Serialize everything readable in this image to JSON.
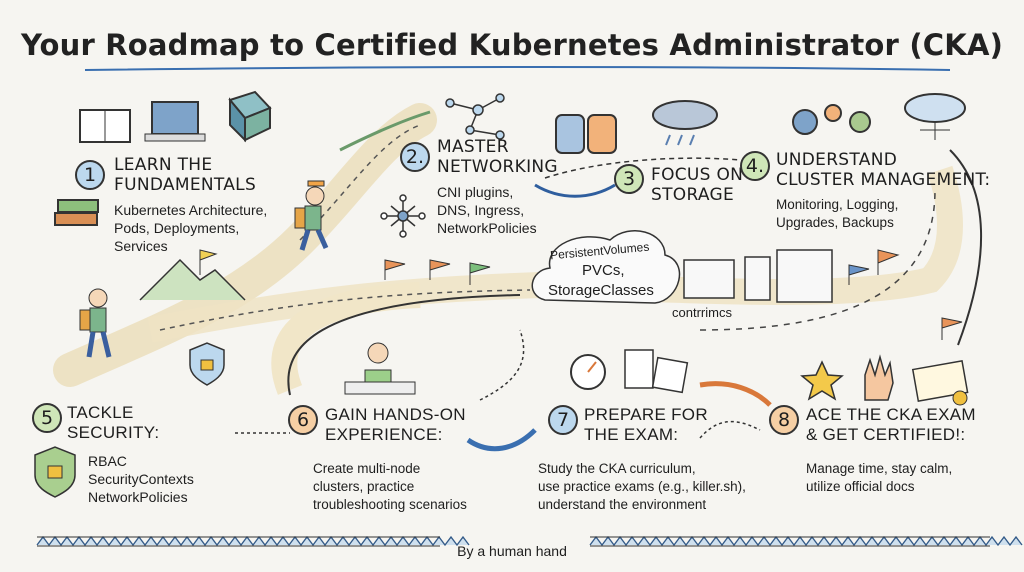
{
  "title": "Your Roadmap to Certified Kubernetes Administrator (CKA)",
  "steps": [
    {
      "num": "1",
      "title_l1": "LEARN THE",
      "title_l2": "FUNDAMENTALS",
      "body": [
        "Kubernetes Architecture,",
        "Pods, Deployments,",
        "Services"
      ],
      "color": "#bcd8ee"
    },
    {
      "num": "2.",
      "title_l1": "MASTER",
      "title_l2": "NETWORKING",
      "body": [
        "CNI plugins,",
        "DNS, Ingress,",
        "NetworkPolicies"
      ],
      "color": "#bcd8ee"
    },
    {
      "num": "3",
      "title_l1": "FOCUS ON",
      "title_l2": "STORAGE",
      "body": [],
      "color": "#cfe6b8"
    },
    {
      "num": "4.",
      "title_l1": "UNDERSTAND",
      "title_l2": "CLUSTER MANAGEMENT:",
      "body": [
        "Monitoring, Logging,",
        "Upgrades, Backups"
      ],
      "color": "#cfe6b8"
    },
    {
      "num": "5",
      "title_l1": "TACKLE",
      "title_l2": "SECURITY:",
      "body": [
        "RBAC",
        "SecurityContexts",
        "NetworkPolicies"
      ],
      "color": "#cfe6b8"
    },
    {
      "num": "6",
      "title_l1": "GAIN HANDS-ON",
      "title_l2": "EXPERIENCE:",
      "body": [
        "Create multi-node",
        "clusters, practice",
        "troubleshooting scenarios"
      ],
      "color": "#f6cfa4"
    },
    {
      "num": "7",
      "title_l1": "PREPARE FOR",
      "title_l2": "THE EXAM:",
      "body": [
        "Study the CKA curriculum,",
        "use practice exams (e.g., killer.sh),",
        "understand the environment"
      ],
      "color": "#bcd8ee"
    },
    {
      "num": "8",
      "title_l1": "ACE THE CKA EXAM",
      "title_l2": "& GET CERTIFIED!:",
      "body": [
        "Manage time, stay calm,",
        "utilize official docs"
      ],
      "color": "#f6cfa4"
    }
  ],
  "storage_cloud": {
    "l1": "PersistentVolumes",
    "l2": "PVCs,",
    "l3": "StorageClasses"
  },
  "mgmt_label": "contrrimcs",
  "footer": "By a human hand"
}
